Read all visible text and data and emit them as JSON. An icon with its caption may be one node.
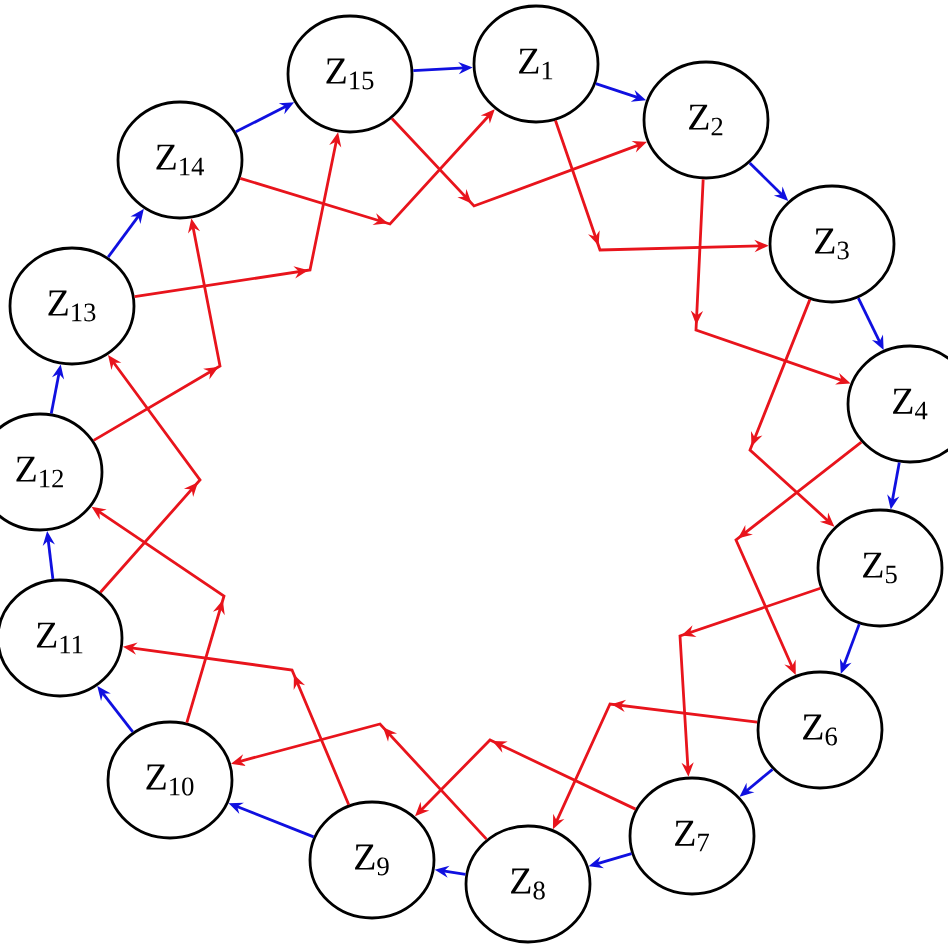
{
  "diagram": {
    "nodes": [
      {
        "text": [
          "Z$_{1}$"
        ]
      },
      {
        "text": [
          "Z$_{2}$"
        ]
      },
      {
        "text": [
          "Z$_{3}$"
        ]
      },
      {
        "text": [
          "Z$_{4}$"
        ]
      },
      {
        "text": [
          "Z$_{5}$"
        ]
      },
      {
        "text": [
          "Z$_{6}$"
        ]
      },
      {
        "text": [
          "Z$_{7}$"
        ]
      },
      {
        "text": [
          "Z$_{8}$"
        ]
      },
      {
        "text": [
          "Z$_{9}$"
        ]
      },
      {
        "text": [
          "Z$_{10}$"
        ]
      },
      {
        "text": [
          "Z$_{11}$"
        ]
      },
      {
        "text": [
          "Z$_{12}$"
        ]
      },
      {
        "text": [
          "Z$_{13}$"
        ]
      },
      {
        "text": [
          "Z$_{14}$"
        ]
      },
      {
        "text": [
          "Z$_{15}$"
        ]
      }
    ],
    "edges": [
      {
        "from": 14,
        "to": 0,
        "arrow": "to",
        "color": "#1010e0"
      },
      {
        "from": 0,
        "to": 1,
        "arrow": "to",
        "color": "#1010e0"
      },
      {
        "from": 1,
        "to": 2,
        "arrow": "to",
        "color": "#1010e0"
      },
      {
        "from": 2,
        "to": 3,
        "arrow": "to",
        "color": "#1010e0"
      },
      {
        "from": 3,
        "to": 4,
        "arrow": "to",
        "color": "#1010e0"
      },
      {
        "from": 4,
        "to": 5,
        "arrow": "to",
        "color": "#1010e0"
      },
      {
        "from": 5,
        "to": 6,
        "arrow": "to",
        "color": "#1010e0"
      },
      {
        "from": 6,
        "to": 7,
        "arrow": "to",
        "color": "#1010e0"
      },
      {
        "from": 7,
        "to": 8,
        "arrow": "to",
        "color": "#1010e0"
      },
      {
        "from": 8,
        "to": 9,
        "arrow": "to",
        "color": "#1010e0"
      },
      {
        "from": 9,
        "to": 10,
        "arrow": "to",
        "color": "#1010e0"
      },
      {
        "from": 10,
        "to": 11,
        "arrow": "to",
        "color": "#1010e0"
      },
      {
        "from": 11,
        "to": 12,
        "arrow": "to",
        "color": "#1010e0"
      },
      {
        "from": 12,
        "to": 13,
        "arrow": "to",
        "color": "#1010e0"
      },
      {
        "from": 13,
        "to": 14,
        "arrow": "to",
        "color": "#1010e0"
      },
      {
        "from": 0,
        "to": 2,
        "arrow": "to",
        "color": "#e8141c"
      },
      {
        "from": 1,
        "to": 3,
        "arrow": "to",
        "color": "#e8141c"
      },
      {
        "from": 2,
        "to": 4,
        "arrow": "to",
        "color": "#e8141c"
      },
      {
        "from": 3,
        "to": 5,
        "arrow": "to",
        "color": "#e8141c"
      },
      {
        "from": 4,
        "to": 6,
        "arrow": "to",
        "color": "#e8141c"
      },
      {
        "from": 5,
        "to": 7,
        "arrow": "to",
        "color": "#e8141c"
      },
      {
        "from": 6,
        "to": 8,
        "arrow": "to",
        "color": "#e8141c"
      },
      {
        "from": 7,
        "to": 9,
        "arrow": "to",
        "color": "#e8141c"
      },
      {
        "from": 8,
        "to": 10,
        "arrow": "to",
        "color": "#e8141c"
      },
      {
        "from": 9,
        "to": 11,
        "arrow": "to",
        "color": "#e8141c"
      },
      {
        "from": 10,
        "to": 12,
        "arrow": "to",
        "color": "#e8141c"
      },
      {
        "from": 11,
        "to": 13,
        "arrow": "to",
        "color": "#e8141c"
      },
      {
        "from": 12,
        "to": 14,
        "arrow": "to",
        "color": "#e8141c"
      },
      {
        "from": 13,
        "to": 0,
        "arrow": "to",
        "color": "#e8141c"
      },
      {
        "from": 14,
        "to": 1,
        "arrow": "to",
        "color": "#e8141c"
      }
    ]
  }
}
